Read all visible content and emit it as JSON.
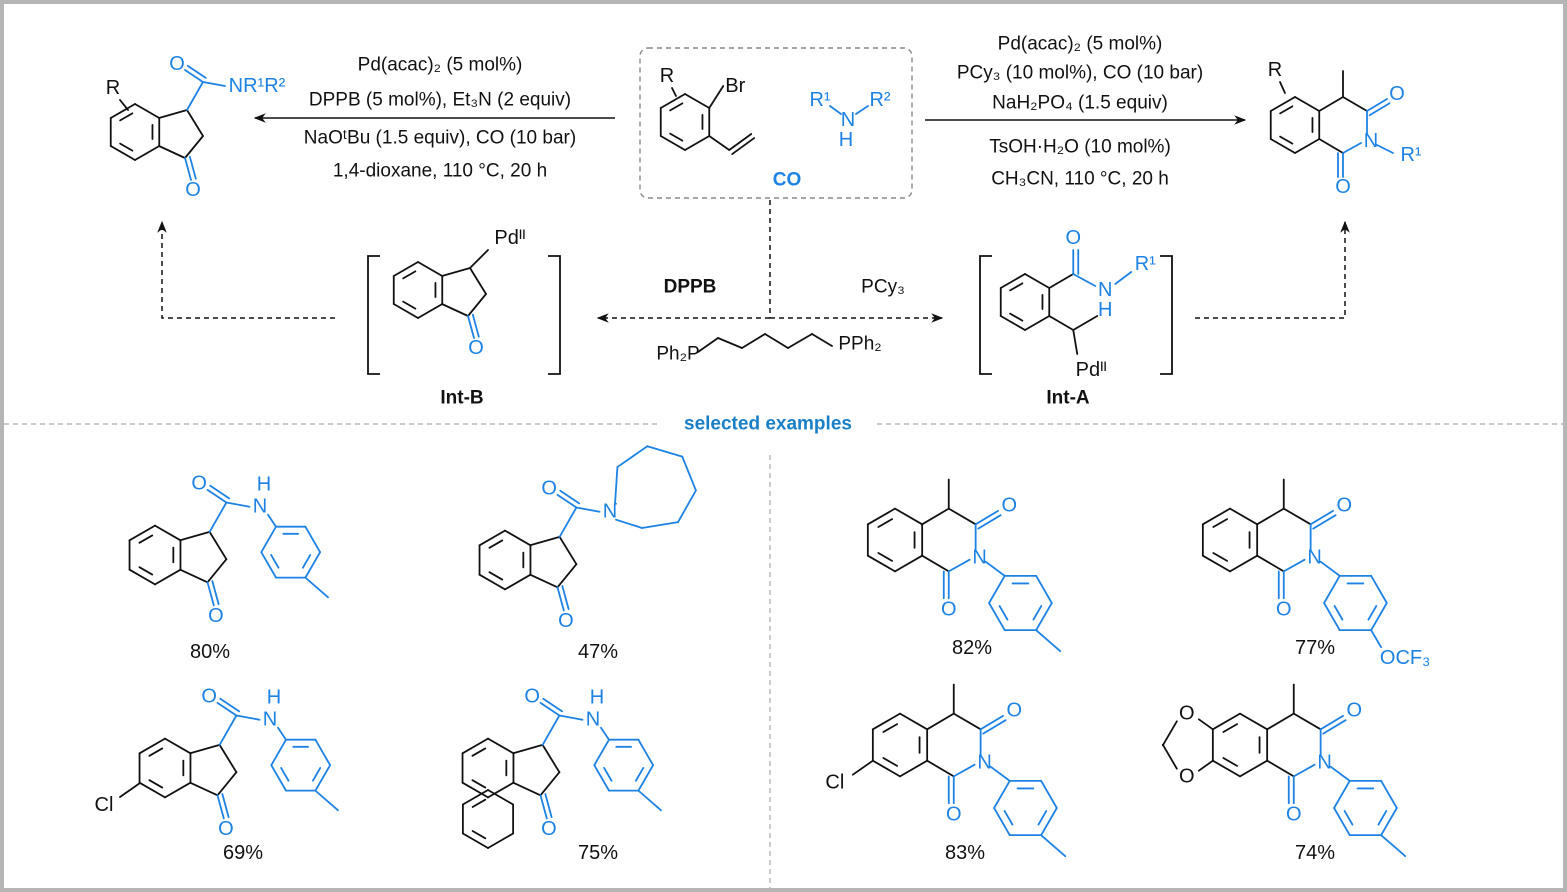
{
  "colors": {
    "blue": "#1d82e3",
    "black": "#111111",
    "frame": "#b5b5b5",
    "dash": "#999999",
    "section_label": "#1a7fc9"
  },
  "left_conditions": [
    "Pd(acac)₂ (5 mol%)",
    "DPPB (5 mol%), Et₃N (2 equiv)",
    "NaOᵗBu (1.5 equiv), CO (10 bar)",
    "1,4-dioxane, 110 °C, 20 h"
  ],
  "right_conditions": [
    "Pd(acac)₂ (5 mol%)",
    "PCy₃ (10 mol%), CO (10 bar)",
    "NaH₂PO₄ (1.5 equiv)",
    "TsOH·H₂O (10 mol%)",
    "CH₃CN, 110 °C, 20 h"
  ],
  "reagents": {
    "co": "CO",
    "r": "R",
    "br": "Br",
    "r1": "R¹",
    "r2": "R²",
    "n": "N",
    "h": "H"
  },
  "products": {
    "left_amide": "NR¹R²",
    "right_n_sub": "R¹"
  },
  "ligands": {
    "dppb": "DPPB",
    "pcy3": "PCy₃",
    "ph2p": "Ph₂P",
    "pph2": "PPh₂"
  },
  "intermediates": {
    "int_b": "Int-B",
    "int_a": "Int-A",
    "pd": "Pdᴵᴵ",
    "r1": "R¹"
  },
  "section_label": "selected examples",
  "atoms": {
    "O": "O",
    "N": "N",
    "H": "H",
    "Cl": "Cl",
    "OCF3": "OCF₃"
  },
  "yields": [
    "80%",
    "47%",
    "69%",
    "75%",
    "82%",
    "77%",
    "83%",
    "74%"
  ]
}
